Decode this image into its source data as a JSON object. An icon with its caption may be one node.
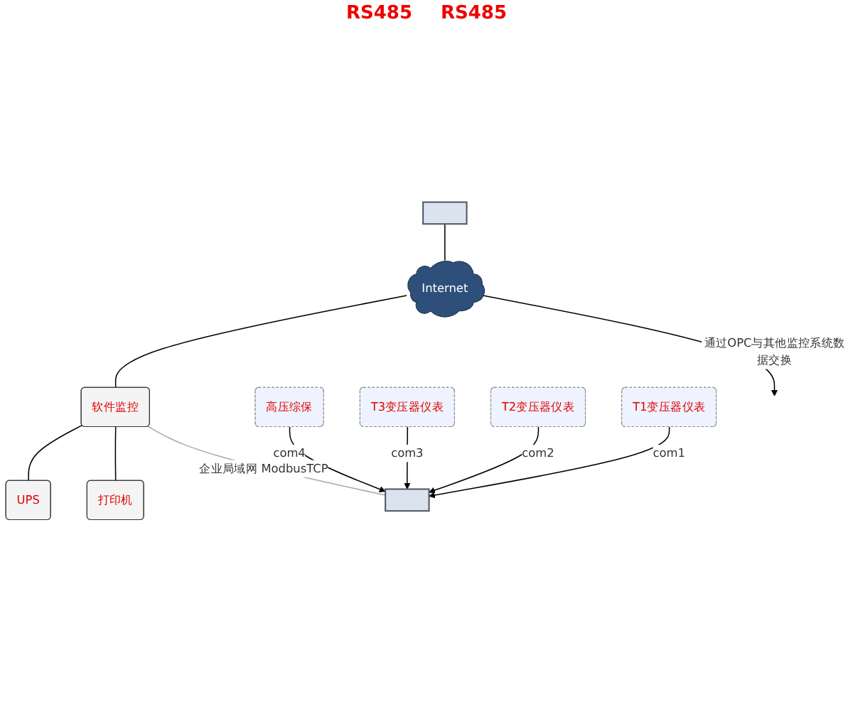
{
  "diagram": {
    "nodes": [
      {
        "text": [],
        "shape": "box"
      },
      {
        "text": [
          "Internet"
        ]
      },
      {
        "text": [
          "软件监控"
        ]
      },
      {
        "text": [
          "打印机"
        ]
      },
      {
        "text": [
          "UPS"
        ]
      },
      {
        "text": [],
        "shape": "box"
      },
      {
        "text": [
          "高压综保"
        ]
      },
      {
        "text": [
          "T3变压器仪表"
        ]
      },
      {
        "text": [
          "T2变压器仪表"
        ]
      },
      {
        "text": [
          "T1变压器仪表"
        ]
      }
    ],
    "edges": [
      {
        "from": 0,
        "to": 1,
        "arrow": "none"
      },
      {
        "from": 1,
        "to": 2,
        "arrow": "none"
      },
      {
        "from": 1,
        "to": null,
        "arrow": "to",
        "label": "通过OPC与其他监控系统数据交换"
      },
      {
        "from": 2,
        "to": 4,
        "arrow": "none"
      },
      {
        "from": 2,
        "to": 3,
        "arrow": "none"
      },
      {
        "from": 2,
        "to": 5,
        "arrow": "none",
        "label": "企业局域网 ModbusTCP",
        "color": "#aaaaaa"
      },
      {
        "from": 6,
        "to": 5,
        "arrow": "to",
        "label": "com4"
      },
      {
        "from": 7,
        "to": 5,
        "arrow": "to",
        "label": "com3"
      },
      {
        "from": 8,
        "to": 5,
        "arrow": "to",
        "label": "com2"
      },
      {
        "from": 9,
        "to": 5,
        "arrow": "to",
        "label": "com1"
      }
    ],
    "labels": [
      "RS485",
      "RS485"
    ]
  }
}
